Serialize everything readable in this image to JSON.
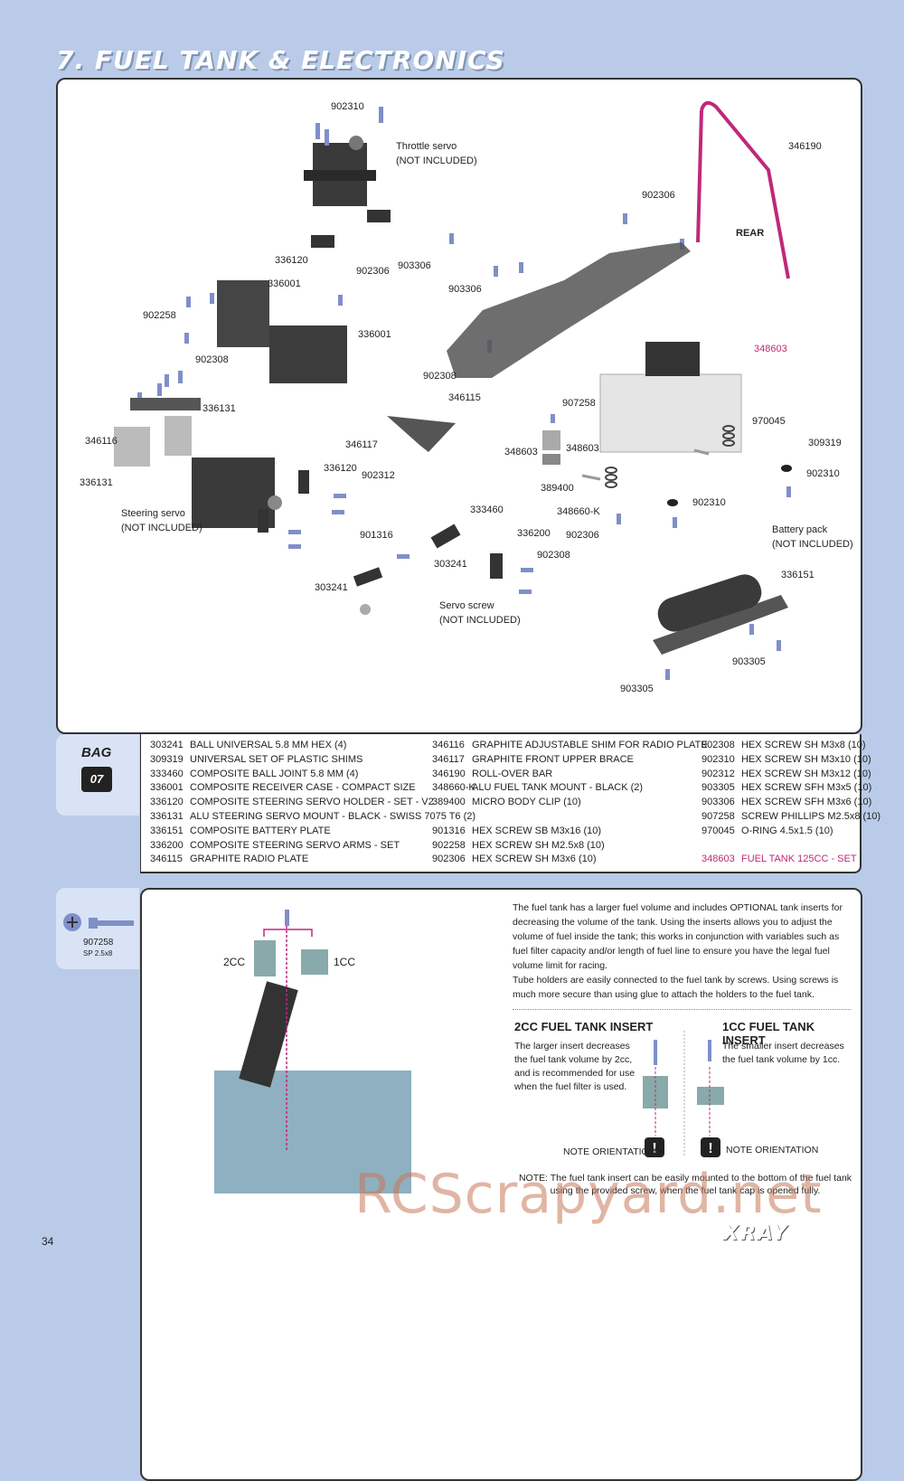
{
  "header": {
    "title": "7. FUEL TANK & ELECTRONICS"
  },
  "diagram": {
    "labels": [
      {
        "id": "l1",
        "text": "902310"
      },
      {
        "id": "l2",
        "text": "Throttle servo"
      },
      {
        "id": "l3",
        "text": "(NOT INCLUDED)"
      },
      {
        "id": "l4",
        "text": "346190"
      },
      {
        "id": "l5",
        "text": "902306"
      },
      {
        "id": "l6",
        "text": "REAR"
      },
      {
        "id": "l7",
        "text": "336120"
      },
      {
        "id": "l8",
        "text": "903306"
      },
      {
        "id": "l9",
        "text": "336001"
      },
      {
        "id": "l10",
        "text": "902306"
      },
      {
        "id": "l11",
        "text": "903306"
      },
      {
        "id": "l12",
        "text": "902258"
      },
      {
        "id": "l13",
        "text": "336001"
      },
      {
        "id": "l14",
        "text": "348603"
      },
      {
        "id": "l15",
        "text": "902308"
      },
      {
        "id": "l16",
        "text": "902308"
      },
      {
        "id": "l17",
        "text": "346115"
      },
      {
        "id": "l18",
        "text": "336131"
      },
      {
        "id": "l19",
        "text": "907258"
      },
      {
        "id": "l20",
        "text": "970045"
      },
      {
        "id": "l21",
        "text": "346116"
      },
      {
        "id": "l22",
        "text": "346117"
      },
      {
        "id": "l23",
        "text": "348603"
      },
      {
        "id": "l24",
        "text": "348603"
      },
      {
        "id": "l25",
        "text": "309319"
      },
      {
        "id": "l26",
        "text": "336131"
      },
      {
        "id": "l27",
        "text": "336120"
      },
      {
        "id": "l28",
        "text": "902312"
      },
      {
        "id": "l29",
        "text": "902310"
      },
      {
        "id": "l30",
        "text": "389400"
      },
      {
        "id": "l31",
        "text": "Steering servo"
      },
      {
        "id": "l32",
        "text": "(NOT INCLUDED)"
      },
      {
        "id": "l33",
        "text": "333460"
      },
      {
        "id": "l34",
        "text": "348660-K"
      },
      {
        "id": "l35",
        "text": "902310"
      },
      {
        "id": "l36",
        "text": "336200"
      },
      {
        "id": "l37",
        "text": "902306"
      },
      {
        "id": "l38",
        "text": "Battery pack"
      },
      {
        "id": "l39",
        "text": "(NOT INCLUDED)"
      },
      {
        "id": "l40",
        "text": "901316"
      },
      {
        "id": "l41",
        "text": "902308"
      },
      {
        "id": "l42",
        "text": "303241"
      },
      {
        "id": "l43",
        "text": "336151"
      },
      {
        "id": "l44",
        "text": "303241"
      },
      {
        "id": "l45",
        "text": "Servo screw"
      },
      {
        "id": "l46",
        "text": "(NOT INCLUDED)"
      },
      {
        "id": "l47",
        "text": "903305"
      },
      {
        "id": "l48",
        "text": "903305"
      }
    ]
  },
  "bag": {
    "label": "BAG",
    "number": "07"
  },
  "parts": {
    "col1": [
      {
        "code": "303241",
        "desc": "BALL UNIVERSAL 5.8 MM HEX (4)"
      },
      {
        "code": "309319",
        "desc": "UNIVERSAL SET OF PLASTIC SHIMS"
      },
      {
        "code": "333460",
        "desc": "COMPOSITE BALL JOINT 5.8 MM (4)"
      },
      {
        "code": "336001",
        "desc": "COMPOSITE RECEIVER CASE - COMPACT SIZE"
      },
      {
        "code": "336120",
        "desc": "COMPOSITE STEERING SERVO HOLDER - SET - V2"
      },
      {
        "code": "336131",
        "desc": "ALU STEERING SERVO MOUNT - BLACK - SWISS 7075 T6 (2)"
      },
      {
        "code": "336151",
        "desc": "COMPOSITE BATTERY PLATE"
      },
      {
        "code": "336200",
        "desc": "COMPOSITE STEERING SERVO ARMS - SET"
      },
      {
        "code": "346115",
        "desc": "GRAPHITE RADIO PLATE"
      }
    ],
    "col2": [
      {
        "code": "346116",
        "desc": "GRAPHITE ADJUSTABLE SHIM FOR RADIO PLATE"
      },
      {
        "code": "346117",
        "desc": "GRAPHITE FRONT UPPER BRACE"
      },
      {
        "code": "346190",
        "desc": "ROLL-OVER BAR"
      },
      {
        "code": "348660-K",
        "desc": "ALU FUEL TANK MOUNT - BLACK (2)"
      },
      {
        "code": "389400",
        "desc": "MICRO BODY CLIP (10)"
      },
      {
        "code": "",
        "desc": ""
      },
      {
        "code": "901316",
        "desc": "HEX SCREW SB M3x16  (10)"
      },
      {
        "code": "902258",
        "desc": "HEX SCREW SH M2.5x8  (10)"
      },
      {
        "code": "902306",
        "desc": "HEX SCREW SH M3x6  (10)"
      }
    ],
    "col3": [
      {
        "code": "902308",
        "desc": "HEX SCREW SH M3x8  (10)"
      },
      {
        "code": "902310",
        "desc": "HEX SCREW SH M3x10  (10)"
      },
      {
        "code": "902312",
        "desc": "HEX SCREW SH M3x12  (10)"
      },
      {
        "code": "903305",
        "desc": "HEX SCREW SFH M3x5  (10)"
      },
      {
        "code": "903306",
        "desc": "HEX SCREW SFH M3x6  (10)"
      },
      {
        "code": "907258",
        "desc": "SCREW PHILLIPS M2.5x8  (10)"
      },
      {
        "code": "970045",
        "desc": "O-RING 4.5x1.5  (10)"
      },
      {
        "code": "",
        "desc": ""
      },
      {
        "code": "348603",
        "desc": "FUEL TANK 125CC - SET"
      }
    ]
  },
  "insert": {
    "screw_code": "907258",
    "screw_spec": "SP 2.5x8",
    "label_2cc": "2CC",
    "label_1cc": "1CC",
    "para1": "The fuel tank has a larger fuel volume and includes OPTIONAL tank inserts for decreasing the volume of the tank. Using the inserts allows you to adjust the volume of fuel inside the tank; this works in conjunction with variables such as fuel filter capacity and/or length of fuel line to ensure you have the legal fuel volume limit for racing.",
    "para2": "Tube holders are easily connected to the fuel tank by screws. Using screws is much more secure than using glue to attach the holders to the fuel tank.",
    "h_2cc": "2CC FUEL TANK INSERT",
    "t_2cc": "The larger insert decreases the fuel tank volume by 2cc, and is recommended for use when the fuel filter is used.",
    "h_1cc": "1CC FUEL TANK INSERT",
    "t_1cc": "The smaller insert decreases the fuel tank volume by 1cc.",
    "note_orient_1": "NOTE ORIENTATION",
    "note_orient_2": "NOTE ORIENTATION",
    "note": "NOTE: The fuel tank insert can be easily mounted to the bottom of the fuel tank using the provided screw, when the fuel tank cap is opened fully."
  },
  "footer": {
    "page": "34",
    "brand": "XRAY",
    "watermark": "RCScrapyard.net"
  },
  "colors": {
    "accent": "#c0287a",
    "background": "#b9cbe8"
  }
}
